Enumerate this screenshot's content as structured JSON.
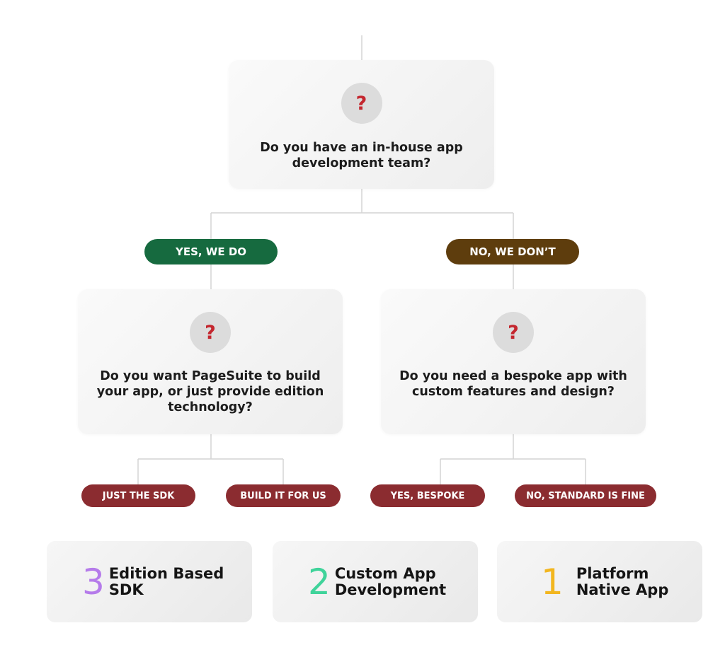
{
  "q1": {
    "mark": "?",
    "line1": "Do you have an in-house app",
    "line2": "development team?"
  },
  "branch_yes": {
    "label": "YES, WE DO",
    "color": "#166a3f"
  },
  "branch_no": {
    "label": "NO, WE DON’T",
    "color": "#5e3d0d"
  },
  "q2": {
    "mark": "?",
    "line1": "Do you want PageSuite to build",
    "line2": "your app, or just provide edition",
    "line3": "technology?"
  },
  "q3": {
    "mark": "?",
    "line1": "Do you need a bespoke app with",
    "line2": "custom features and design?"
  },
  "answers": {
    "color": "#8b2c30",
    "sdk": "JUST THE SDK",
    "build": "BUILD IT FOR US",
    "bespoke": "YES, BESPOKE",
    "standard": "NO, STANDARD IS FINE"
  },
  "results": {
    "sdk": {
      "number": "3",
      "line1": "Edition Based",
      "line2": "SDK",
      "color": "#b57bea"
    },
    "custom": {
      "number": "2",
      "line1": "Custom App",
      "line2": "Development",
      "color": "#3fd39a"
    },
    "native": {
      "number": "1",
      "line1": "Platform",
      "line2": "Native App",
      "color": "#f2b61f"
    }
  },
  "connector_color": "#d4d4d4"
}
